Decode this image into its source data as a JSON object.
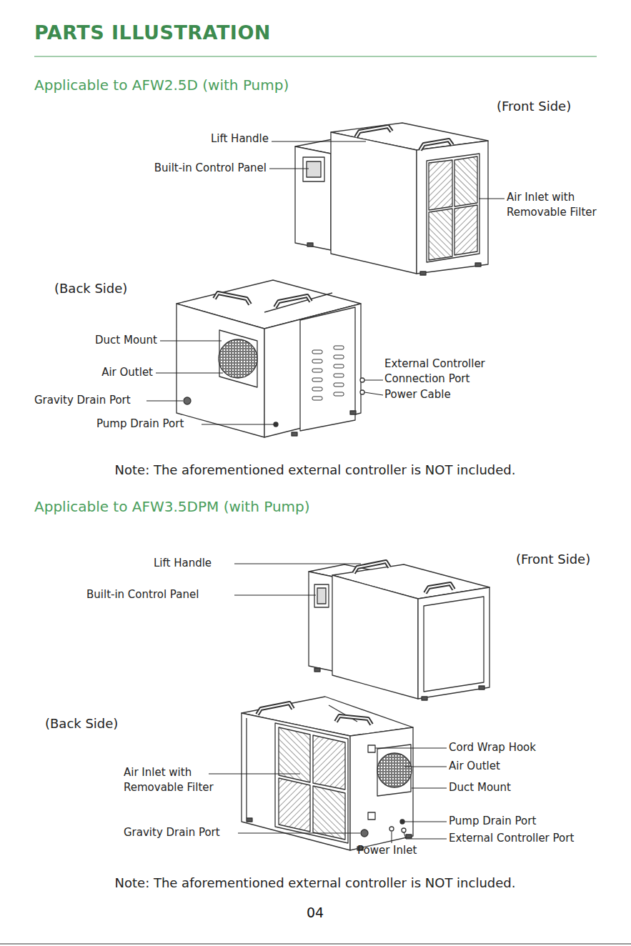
{
  "diagram": {
    "title": "PARTS ILLUSTRATION",
    "labels": [
      "Applicable to AFW2.5D (with Pump)",
      "(Front Side)",
      "Lift Handle",
      "Built-in Control Panel",
      "Air Inlet with Removable Filter",
      "(Back Side)",
      "Duct Mount",
      "Air Outlet",
      "External Controller Connection Port",
      "Power Cable",
      "Gravity Drain Port",
      "Pump Drain Port",
      "Note: The aforementioned external controller is NOT included.",
      "Applicable to AFW3.5DPM (with Pump)",
      "Lift Handle",
      "(Front Side)",
      "Built-in Control Panel",
      "(Back Side)",
      "Cord Wrap Hook",
      "Air Outlet",
      "Air Inlet with Removable Filter",
      "Duct Mount",
      "Pump Drain Port",
      "Gravity Drain Port",
      "External Controller Port",
      "Power Inlet",
      "Note: The aforementioned external controller is NOT included.",
      "04"
    ]
  }
}
